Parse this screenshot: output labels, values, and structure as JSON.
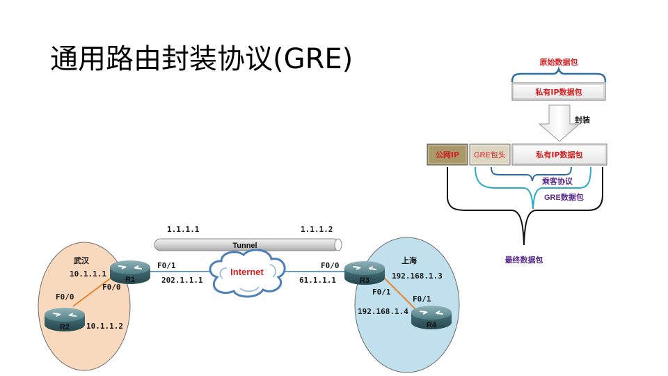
{
  "slide": {
    "title": "通用路由封装协议(GRE)"
  },
  "topology": {
    "tunnel_label": "Tunnel",
    "internet_label": "Internet",
    "tunnel_ip_left": "1.1.1.1",
    "tunnel_ip_right": "1.1.1.2",
    "site_wuhan": {
      "name": "武汉",
      "r1_ip": "10.1.1.1",
      "r1_inner_if": "F0/0",
      "r2_if": "F0/0",
      "r2_ip": "10.1.1.2"
    },
    "site_shanghai": {
      "name": "上海",
      "r3_ip": "192.168.1.3",
      "r3_inner_if": "F0/1",
      "r4_if": "F0/1",
      "r4_ip": "192.168.1.4"
    },
    "r1_outer_if": "F0/1",
    "r1_outer_ip": "202.1.1.1",
    "r3_outer_if": "F0/0",
    "r3_outer_ip": "61.1.1.1",
    "routers": [
      "R1",
      "R2",
      "R3",
      "R4"
    ]
  },
  "encapsulation": {
    "original_packet_label": "原始数据包",
    "private_packet": "私有IP数据包",
    "encap_label": "封装",
    "public_ip": "公网IP",
    "gre_header": "GRE包头",
    "passenger_protocol": "乘客协议",
    "gre_packet": "GRE数据包",
    "final_packet": "最终数据包"
  },
  "colors": {
    "red_text": "#d42020",
    "purple_text": "#5a2a8c",
    "wuhan_fill": "#f9d9bd",
    "shanghai_fill": "#bfe0ec",
    "link_blue": "#3a78b5",
    "link_orange": "#e0892f",
    "brace_cyan": "#2aa9c8"
  }
}
